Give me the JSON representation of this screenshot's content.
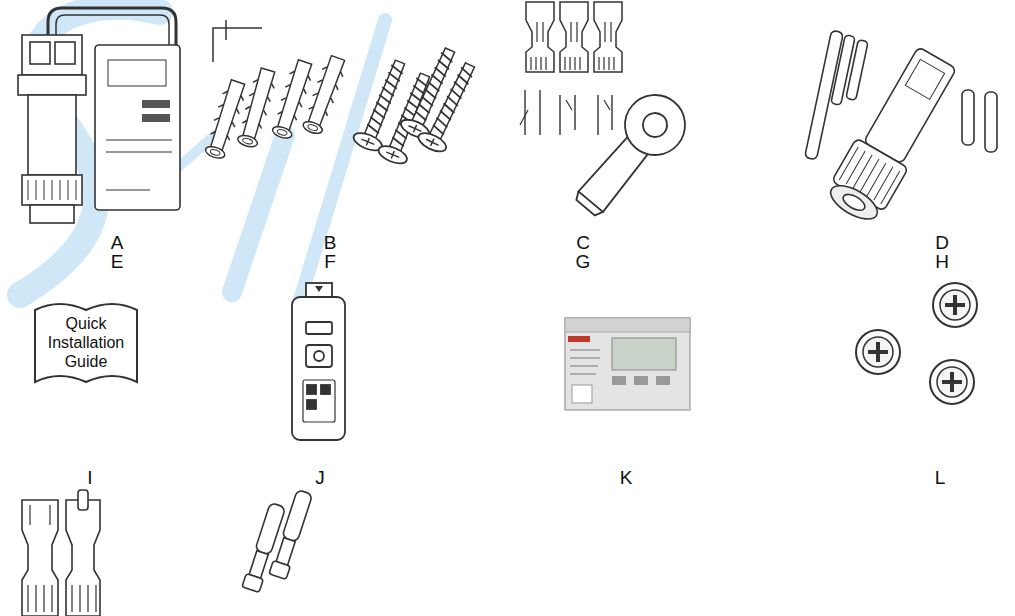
{
  "diagram": {
    "nodes": [
      {
        "text": [
          "Quick Installation Guide"
        ]
      }
    ],
    "labels": [
      "A",
      "B",
      "C",
      "D",
      "E",
      "F",
      "G",
      "H",
      "I",
      "J",
      "K",
      "L"
    ]
  }
}
